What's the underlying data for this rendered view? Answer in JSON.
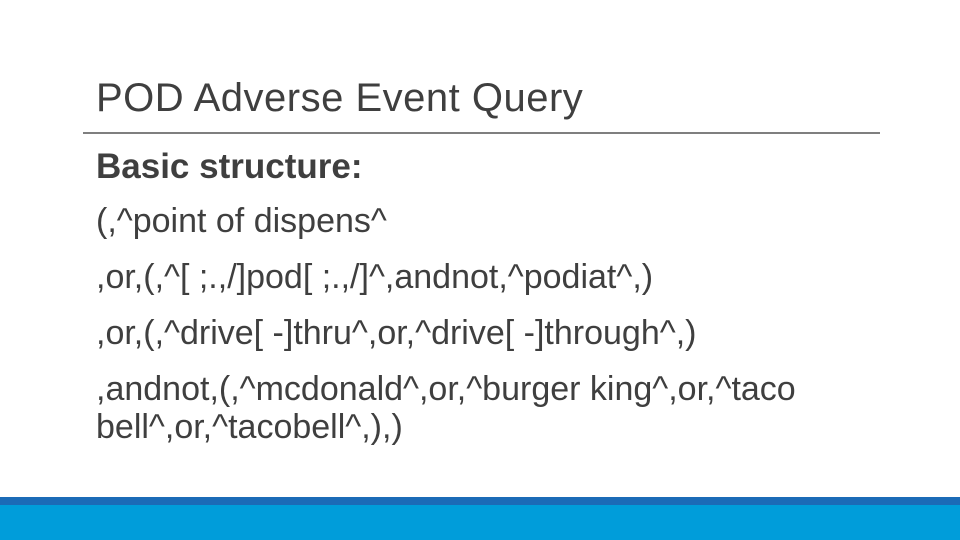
{
  "slide": {
    "title": "POD Adverse Event Query",
    "body": {
      "heading": "Basic structure:",
      "query_lines": [
        "(,^point of dispens^",
        ",or,(,^[ ;.,/]pod[ ;.,/]^,andnot,^podiat^,)",
        ",or,(,^drive[ -]thru^,or,^drive[ -]through^,)",
        ",andnot,(,^mcdonald^,or,^burger king^,or,^taco bell^,or,^tacobell^,),)"
      ]
    },
    "colors": {
      "text": "#3f3f3f",
      "divider": "#7f7f7f",
      "footer_dark_blue": "#1b6bb7",
      "footer_light_blue": "#009dda"
    }
  }
}
